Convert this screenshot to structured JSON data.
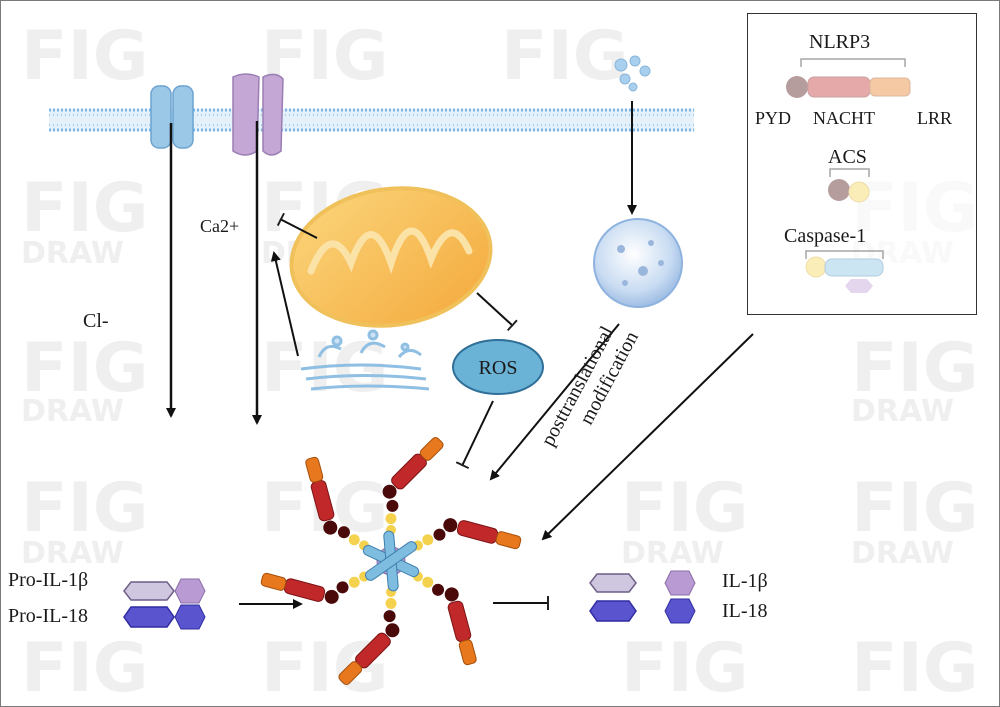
{
  "watermark": {
    "line1": "FIG",
    "line2": "DRAW"
  },
  "ions": {
    "chloride": "Cl-",
    "calcium": "Ca2+"
  },
  "ros_label": "ROS",
  "ptm_label": {
    "line1": "posttranslational",
    "line2": "modification"
  },
  "legend": {
    "nlrp3": "NLRP3",
    "pyd": "PYD",
    "nacht": "NACHT",
    "lrr": "LRR",
    "acs": "ACS",
    "caspase1": "Caspase-1"
  },
  "cytokines": {
    "pro_il1b": "Pro-IL-1β",
    "pro_il18": "Pro-IL-18",
    "il1b": "IL-1β",
    "il18": "IL-18"
  },
  "colors": {
    "pyd": "#4a0a0a",
    "nacht": "#c0282a",
    "lrr": "#e8781e",
    "asc_card": "#f5d24e",
    "caspase_body": "#7fbde0",
    "caspase_sub": "#b99ad2",
    "il1b": "#b99ad2",
    "il18": "#5a55cf",
    "ros": "#6bb3d6",
    "mitochondria": "#f4a93c",
    "membrane": "#8fc3e6",
    "channel_cl": "#9cc8e8",
    "channel_ca": "#c5a7d6"
  }
}
